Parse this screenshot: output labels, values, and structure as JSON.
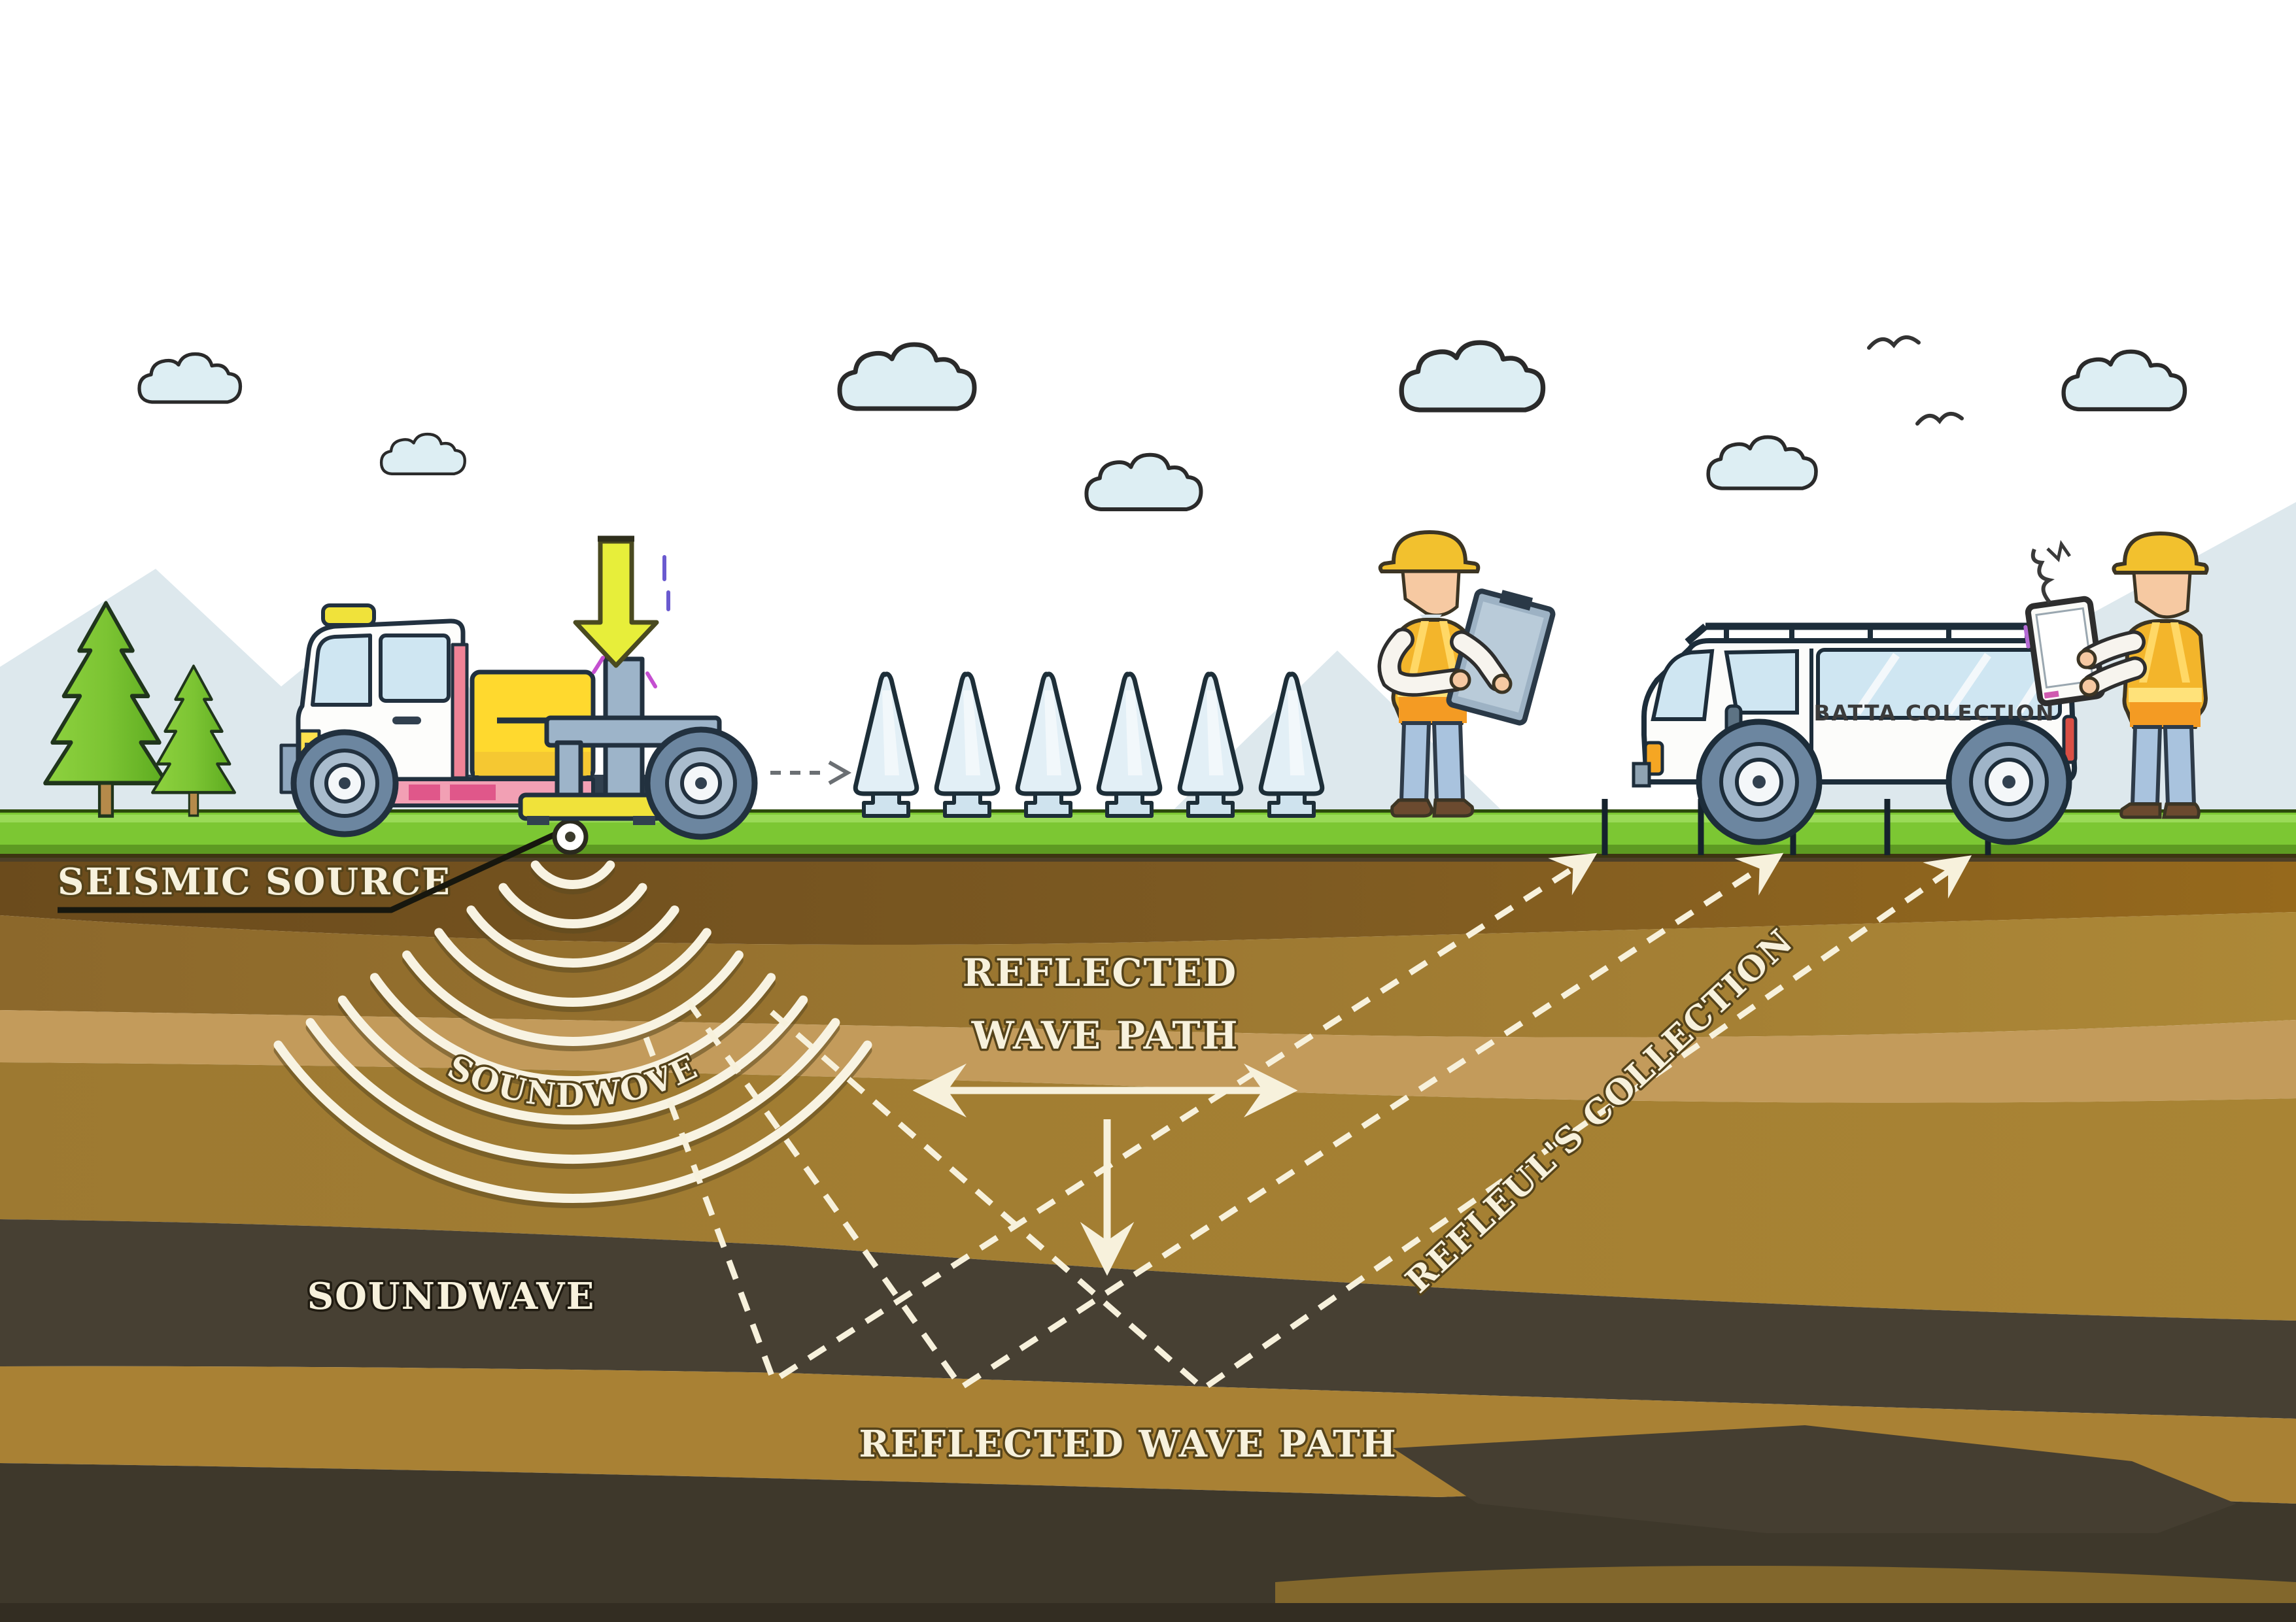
{
  "labels": {
    "seismic_source": "SEISMIC SOURCE",
    "soundwave_curved": "SOUNDWOVE",
    "soundwave": "SOUNDWAVE",
    "reflected_wave_path_line1": "REFLECTED",
    "reflected_wave_path_line2": "WAVE PATH",
    "reflected_wave_path_bottom": "REFLECTED WAVE PATH",
    "reflection_collection_diagonal": "REFLEUL'S COLLECTION",
    "van_side_text": "BATTA COLECTION"
  },
  "palette": {
    "sky": "#ffffff",
    "cloud_blue": "#ddeef3",
    "mountain_blue": "#dbe7ec",
    "grass_green": "#7cc733",
    "soil_top_brown": "#6b4b1c",
    "soil_mid_brown": "#9d7931",
    "soil_light_tan": "#c39b5b",
    "soil_dark_layer": "#474033",
    "label_cream": "#f7f1dc",
    "truck_yellow": "#ffd92e",
    "arrow_yellow": "#e7ee3a",
    "stripe_pink": "#f2a0b4",
    "steel_blue": "#8ea6bd",
    "vest_orange": "#f3b52b",
    "hat_yellow": "#f2c12e",
    "geophone_blue": "#e2eff6"
  },
  "objects": [
    "vibroseis-truck",
    "seismic-source-point",
    "geophone-array",
    "survey-van",
    "worker-with-clipboard",
    "worker-with-device",
    "pine-trees",
    "clouds",
    "birds",
    "soundwave-arcs",
    "reflected-wave-paths",
    "receiver-stakes"
  ]
}
